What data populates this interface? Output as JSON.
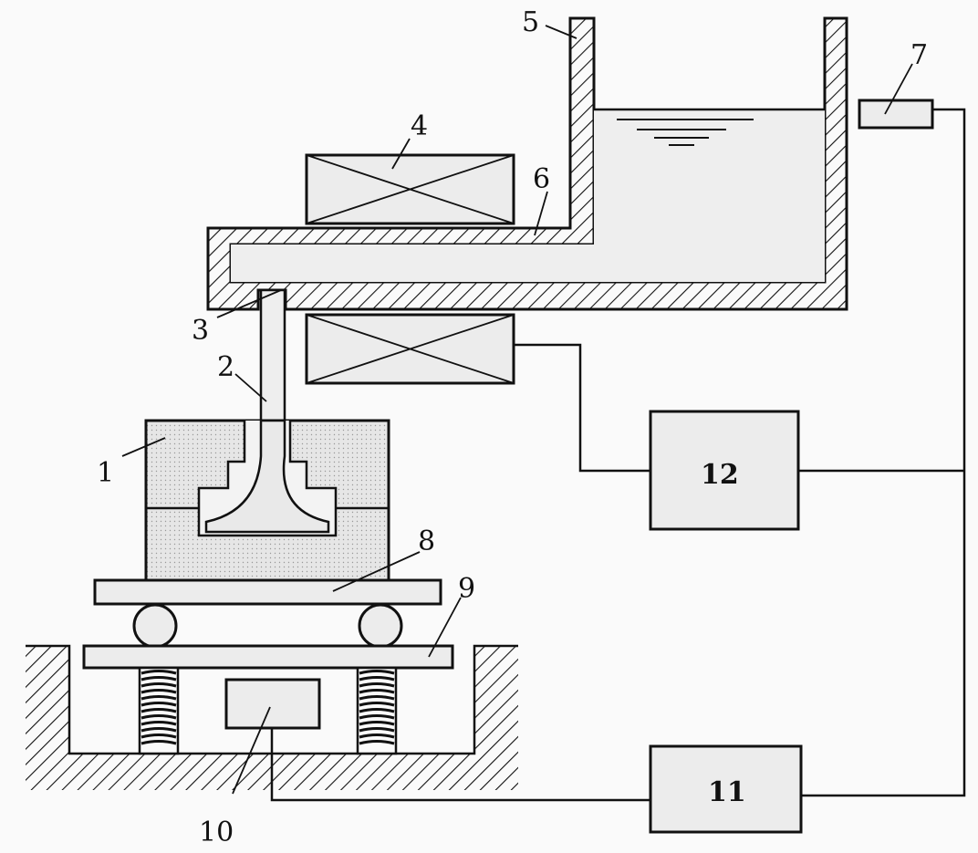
{
  "diagram": {
    "labels": {
      "n1": "1",
      "n2": "2",
      "n3": "3",
      "n4": "4",
      "n5": "5",
      "n6": "6",
      "n7": "7",
      "n8": "8",
      "n9": "9",
      "n10": "10",
      "n11": "11",
      "n12": "12"
    },
    "colors": {
      "ink": "#111111",
      "fill": "#ececec",
      "mold_fill": "#e4e4e4",
      "background": "#fafafa"
    }
  }
}
